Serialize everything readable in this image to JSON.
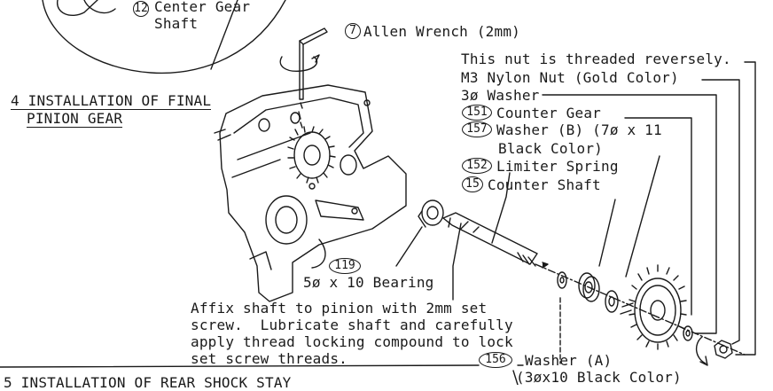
{
  "page": {
    "top_callout": {
      "number": "12",
      "line1": "Center Gear",
      "line2": "Shaft"
    },
    "section4": {
      "line1": "4 INSTALLATION OF FINAL",
      "line2": "PINION GEAR"
    },
    "section5": "5 INSTALLATION OF REAR SHOCK STAY",
    "callouts": {
      "allen": {
        "number": "7",
        "label": "Allen Wrench (2mm)"
      },
      "reverse_note": "This nut is threaded reversely.",
      "nylon_nut": "M3 Nylon Nut (Gold Color)",
      "washer3": "3ø Washer",
      "counter_gear": {
        "number": "151",
        "label": "Counter Gear"
      },
      "washer_b": {
        "number": "157",
        "line1": "Washer (B) (7ø x 11",
        "line2": "Black Color)"
      },
      "limiter": {
        "number": "152",
        "label": "Limiter Spring"
      },
      "counter_shaft": {
        "number": "15",
        "label": "Counter Shaft"
      },
      "bearing": {
        "number": "119",
        "label": "5ø x 10 Bearing"
      },
      "washer_a": {
        "number": "156",
        "line1": "Washer (A)",
        "line2": "(3øx10 Black Color)"
      }
    },
    "instruction": {
      "line1": "Affix shaft to pinion with 2mm set",
      "line2": "screw.  Lubricate shaft and carefully",
      "line3": "apply thread locking compound to lock",
      "line4": "set screw threads."
    }
  }
}
